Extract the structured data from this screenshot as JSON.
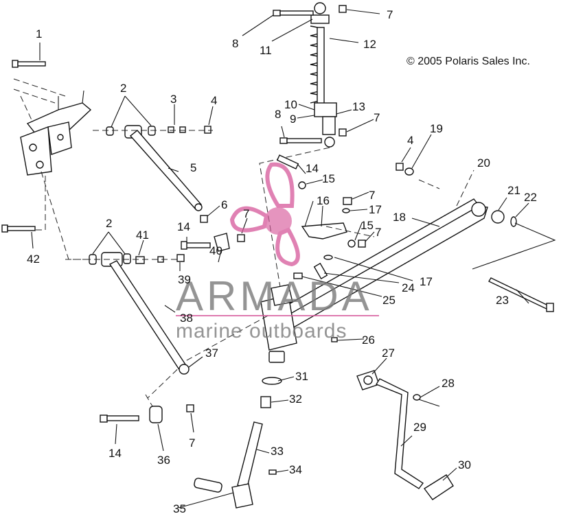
{
  "copyright": "© 2005 Polaris Sales Inc.",
  "watermark": {
    "brand": "ARMADA",
    "tagline": "marine outboards",
    "accent_color": "#d6589a"
  },
  "callouts": [
    {
      "id": "c1",
      "text": "1"
    },
    {
      "id": "c2a",
      "text": "2"
    },
    {
      "id": "c3",
      "text": "3"
    },
    {
      "id": "c4a",
      "text": "4"
    },
    {
      "id": "c5",
      "text": "5"
    },
    {
      "id": "c6",
      "text": "6"
    },
    {
      "id": "c7a",
      "text": "7"
    },
    {
      "id": "c8a",
      "text": "8"
    },
    {
      "id": "c11",
      "text": "11"
    },
    {
      "id": "c12",
      "text": "12"
    },
    {
      "id": "c10",
      "text": "10"
    },
    {
      "id": "c13",
      "text": "13"
    },
    {
      "id": "c9",
      "text": "9"
    },
    {
      "id": "c8b",
      "text": "8"
    },
    {
      "id": "c7b",
      "text": "7"
    },
    {
      "id": "c4b",
      "text": "4"
    },
    {
      "id": "c19",
      "text": "19"
    },
    {
      "id": "c20",
      "text": "20"
    },
    {
      "id": "c21",
      "text": "21"
    },
    {
      "id": "c22",
      "text": "22"
    },
    {
      "id": "c18",
      "text": "18"
    },
    {
      "id": "c14a",
      "text": "14"
    },
    {
      "id": "c15a",
      "text": "15"
    },
    {
      "id": "c16",
      "text": "16"
    },
    {
      "id": "c7c",
      "text": "7"
    },
    {
      "id": "c17a",
      "text": "17"
    },
    {
      "id": "c15b",
      "text": "15"
    },
    {
      "id": "c7d",
      "text": "7"
    },
    {
      "id": "c7e",
      "text": "7"
    },
    {
      "id": "c2b",
      "text": "2"
    },
    {
      "id": "c41",
      "text": "41"
    },
    {
      "id": "c14b",
      "text": "14"
    },
    {
      "id": "c40",
      "text": "40"
    },
    {
      "id": "c39",
      "text": "39"
    },
    {
      "id": "c42",
      "text": "42"
    },
    {
      "id": "c17b",
      "text": "17"
    },
    {
      "id": "c24",
      "text": "24"
    },
    {
      "id": "c25",
      "text": "25"
    },
    {
      "id": "c23",
      "text": "23"
    },
    {
      "id": "c38",
      "text": "38"
    },
    {
      "id": "c26",
      "text": "26"
    },
    {
      "id": "c37",
      "text": "37"
    },
    {
      "id": "c27",
      "text": "27"
    },
    {
      "id": "c31",
      "text": "31"
    },
    {
      "id": "c28",
      "text": "28"
    },
    {
      "id": "c32",
      "text": "32"
    },
    {
      "id": "c29",
      "text": "29"
    },
    {
      "id": "c14c",
      "text": "14"
    },
    {
      "id": "c36",
      "text": "36"
    },
    {
      "id": "c7f",
      "text": "7"
    },
    {
      "id": "c33",
      "text": "33"
    },
    {
      "id": "c34",
      "text": "34"
    },
    {
      "id": "c30",
      "text": "30"
    },
    {
      "id": "c35",
      "text": "35"
    }
  ]
}
